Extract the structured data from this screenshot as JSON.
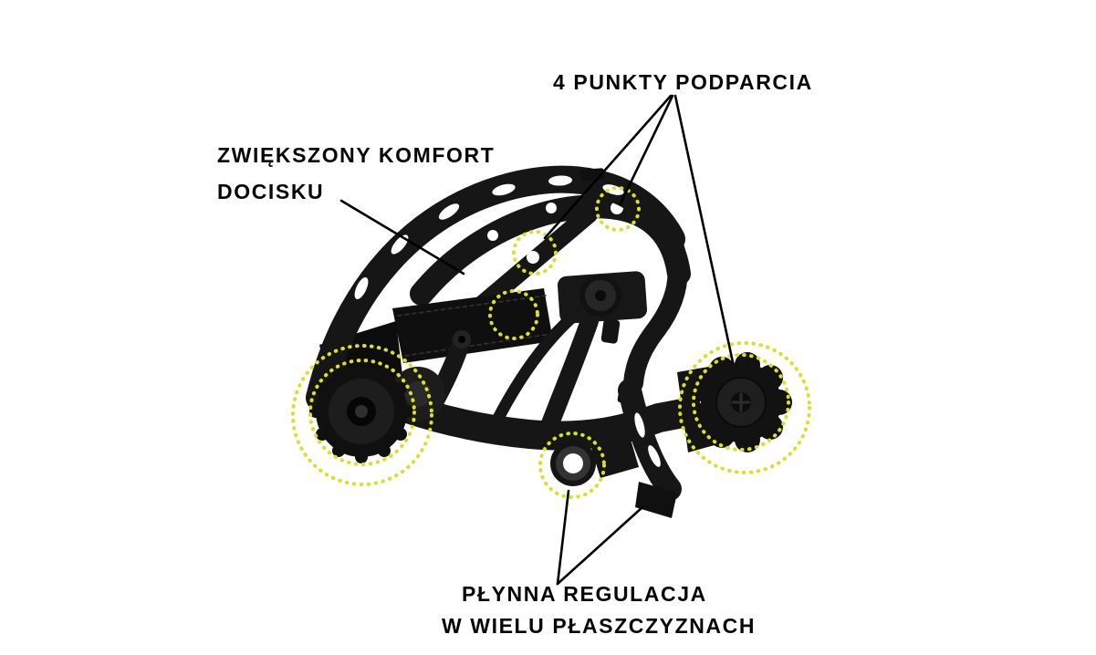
{
  "page": {
    "background": "#ffffff",
    "description_labels_language": "pl"
  },
  "colors": {
    "background": "#ffffff",
    "highlight": "#d9e02b",
    "annotation_line": "#000000",
    "text": "#060606",
    "product": "#161616"
  },
  "callouts": {
    "support_points": {
      "label": "4 PUNKTY PODPARCIA"
    },
    "comfort": {
      "line1": "ZWIĘKSZONY KOMFORT",
      "line2": "DOCISKU"
    },
    "adjustment": {
      "line1": "PŁYNNA REGULACJA",
      "line2": "W WIELU PŁASZCZYZNACH"
    }
  }
}
